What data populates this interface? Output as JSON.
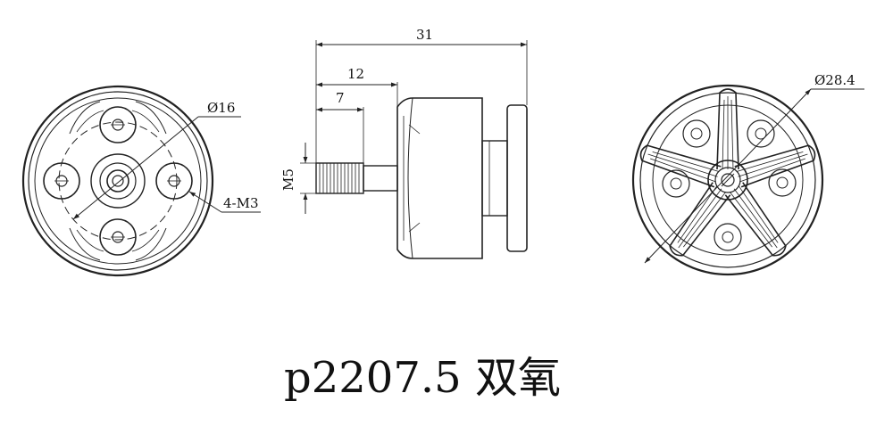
{
  "dimensions": {
    "overall_length": "31",
    "bell_to_shaft_tip": "12",
    "shaft_thread": "7",
    "shaft_diameter": "M5",
    "bolt_circle": "Ø16",
    "mount_holes": "4-M3",
    "motor_diameter": "Ø28.4"
  },
  "caption": "p2207.5 双氧",
  "colors": {
    "line": "#222222",
    "background": "#ffffff"
  }
}
